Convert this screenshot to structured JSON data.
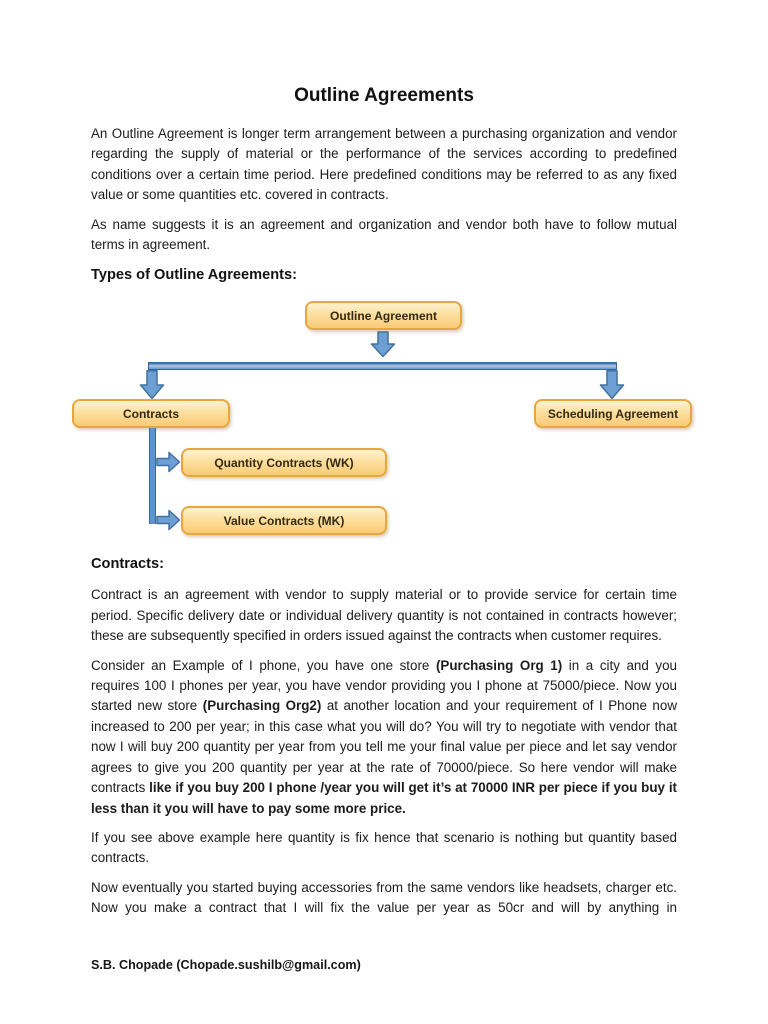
{
  "document": {
    "title": "Outline Agreements",
    "headings": {
      "types": "Types of Outline Agreements:",
      "contracts": "Contracts:"
    },
    "paragraphs": {
      "intro": [
        {
          "t": "An Outline Agreement is longer term arrangement between a purchasing organization and vendor regarding the supply of material or the performance of the services according to predefined conditions over a certain time period. Here predefined conditions may be referred to as any fixed value or some quantities etc. covered in contracts."
        }
      ],
      "mutual": [
        {
          "t": "As name suggests it is an agreement and organization and vendor both have to follow mutual terms in agreement."
        }
      ],
      "contract_def": [
        {
          "t": "Contract is an agreement with vendor to supply material or to provide service for certain time period. Specific delivery date or individual delivery quantity is not contained in contracts however; these are subsequently specified in orders issued against the contracts when customer requires."
        }
      ],
      "iphone_example": [
        {
          "t": "Consider an Example of I phone, you have one store "
        },
        {
          "t": "(Purchasing Org 1)",
          "b": true
        },
        {
          "t": " in a city and you requires 100 I phones per year, you have vendor providing you I phone at 75000/piece. Now you started new store "
        },
        {
          "t": "(Purchasing Org2)",
          "b": true
        },
        {
          "t": " at another location and your requirement of I Phone now increased to 200 per year; in this case what you will do? You will try to negotiate with vendor that now I will buy 200 quantity per year from you tell me your final value per piece and let say vendor agrees to give you 200 quantity per year at the rate of 70000/piece. So here vendor will make contracts "
        },
        {
          "t": "like if you buy 200 I phone /year you will get it’s at 70000 INR per piece if you buy it less than it you will have to pay some more price.",
          "b": true
        }
      ],
      "quantity_note": [
        {
          "t": "If you see above example here quantity is fix hence that scenario is nothing but quantity based contracts."
        }
      ],
      "accessories": [
        {
          "t": "Now eventually you started buying accessories from the same vendors like headsets, charger etc. Now you make a contract that I will fix the value per year as 50cr and will by anything in"
        }
      ]
    },
    "footer": "S.B. Chopade (Chopade.sushilb@gmail.com)"
  },
  "diagram": {
    "nodes": {
      "root": "Outline Agreement",
      "left": "Contracts",
      "right": "Scheduling Agreement",
      "child1": "Quantity Contracts (WK)",
      "child2": "Value Contracts (MK)"
    },
    "colors": {
      "box_fill_top": "#FEF3D2",
      "box_fill_bottom": "#FACB77",
      "box_border": "#E9A63F",
      "box_text": "#332A12",
      "arrow_fill": "#6D9FD4",
      "arrow_stroke": "#41719C",
      "bar_fill": "#5E93CE"
    }
  }
}
